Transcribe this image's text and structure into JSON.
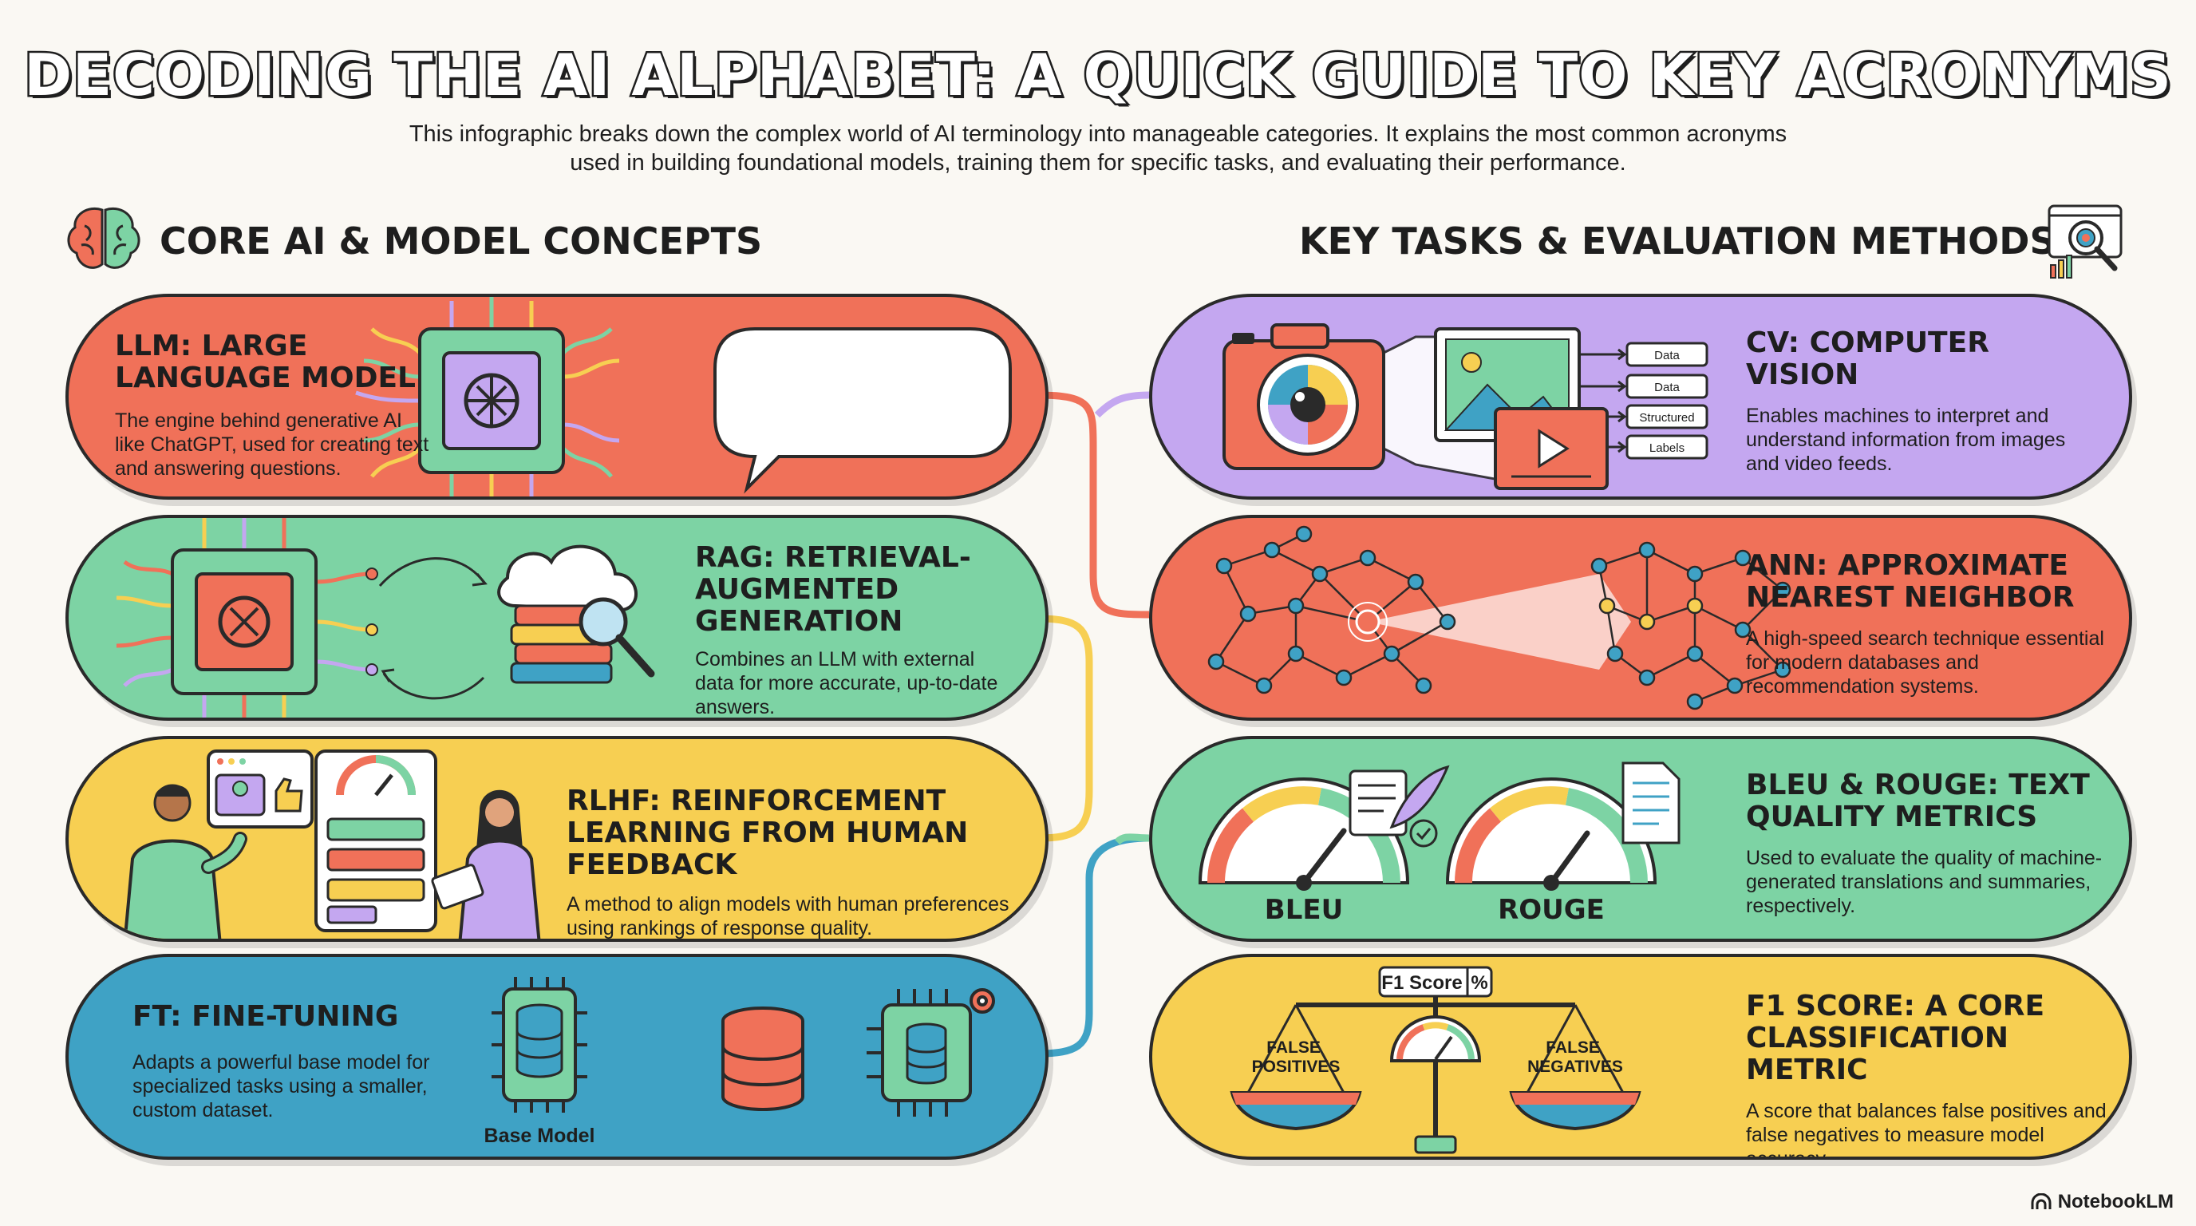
{
  "header": {
    "title": "DECODING THE AI ALPHABET: A QUICK GUIDE TO KEY ACRONYMS",
    "subtitle_line1": "This infographic breaks down the complex world of AI terminology into manageable categories. It explains the most common acronyms",
    "subtitle_line2": "used in building foundational models, training them for specific tasks, and evaluating their performance."
  },
  "sections": {
    "left": {
      "title": "CORE AI & MODEL CONCEPTS",
      "icon": "brain-icon"
    },
    "right": {
      "title": "KEY TASKS & EVALUATION METHODS",
      "icon": "magnifier-eye-icon"
    }
  },
  "cards_left": [
    {
      "title": "LLM: LARGE LANGUAGE MODEL",
      "description": "The engine behind generative AI like ChatGPT, used for creating text and answering questions.",
      "color": "#f07159"
    },
    {
      "title": "RAG: RETRIEVAL-AUGMENTED GENERATION",
      "description": "Combines an LLM with external data for more accurate, up-to-date answers.",
      "color": "#7dd3a4"
    },
    {
      "title": "RLHF: REINFORCEMENT LEARNING FROM HUMAN FEEDBACK",
      "description": "A method to align models with human preferences using rankings of response quality.",
      "color": "#f7cf52"
    },
    {
      "title": "FT: FINE-TUNING",
      "description": "Adapts a powerful base model for specialized tasks using a smaller, custom dataset.",
      "color": "#3fa2c5",
      "illustration_label": "Base Model"
    }
  ],
  "cards_right": [
    {
      "title": "CV: COMPUTER VISION",
      "description": "Enables machines to interpret and understand information from images and video feeds.",
      "color": "#c4a7f0",
      "tags": [
        "Data",
        "Data",
        "Structured",
        "Labels"
      ]
    },
    {
      "title": "ANN: APPROXIMATE NEAREST NEIGHBOR",
      "description": "A high-speed search technique essential for modern databases and recommendation systems.",
      "color": "#f07159"
    },
    {
      "title": "BLEU & ROUGE: TEXT QUALITY METRICS",
      "description": "Used to evaluate the quality of machine-generated translations and summaries, respectively.",
      "color": "#7dd3a4",
      "gauge_labels": [
        "BLEU",
        "ROUGE"
      ]
    },
    {
      "title": "F1 SCORE: A CORE CLASSIFICATION METRIC",
      "description": "A score that balances false positives and false negatives to measure model accuracy.",
      "color": "#f7cf52",
      "scale_labels": {
        "score": "F1 Score",
        "percent": "%",
        "left": "FALSE POSITIVES",
        "right": "FALSE NEGATIVES"
      }
    }
  ],
  "connector_colors": [
    "#f07159",
    "#c4a7f0",
    "#7dd3a4",
    "#f7cf52",
    "#3fa2c5"
  ],
  "watermark": "NotebookLM"
}
